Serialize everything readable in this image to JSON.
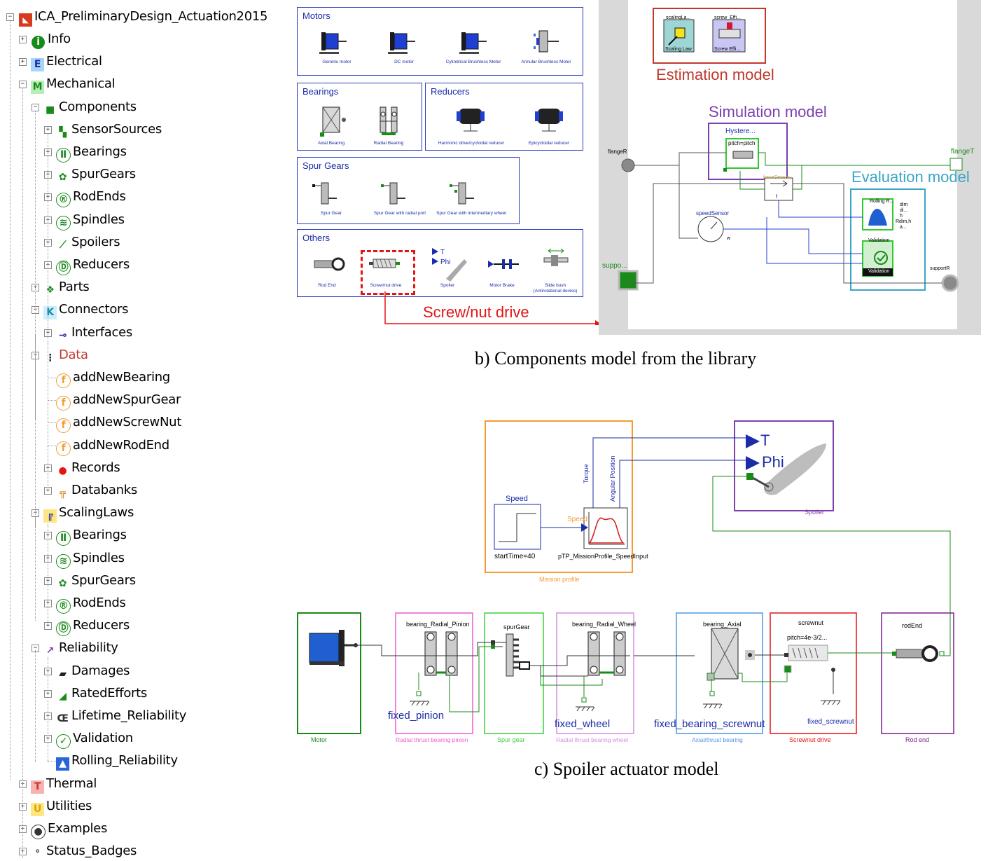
{
  "tree": {
    "root": "ICA_PreliminaryDesign_Actuation2015",
    "items": [
      {
        "label": "Info",
        "icon": "info-icon",
        "level": 1
      },
      {
        "label": "Electrical",
        "icon": "e-package-icon",
        "level": 1
      },
      {
        "label": "Mechanical",
        "icon": "m-package-icon",
        "level": 1
      },
      {
        "label": "Components",
        "icon": "components-icon",
        "level": 2
      },
      {
        "label": "SensorSources",
        "icon": "sensor-sources-icon",
        "level": 3
      },
      {
        "label": "Bearings",
        "icon": "bearing-icon",
        "level": 3
      },
      {
        "label": "SpurGears",
        "icon": "spur-gear-icon",
        "level": 3
      },
      {
        "label": "RodEnds",
        "icon": "rod-end-icon",
        "level": 3
      },
      {
        "label": "Spindles",
        "icon": "spindle-icon",
        "level": 3
      },
      {
        "label": "Spoilers",
        "icon": "spoiler-icon",
        "level": 3
      },
      {
        "label": "Reducers",
        "icon": "reducer-icon",
        "level": 3
      },
      {
        "label": "Parts",
        "icon": "parts-icon",
        "level": 2
      },
      {
        "label": "Connectors",
        "icon": "connectors-icon",
        "level": 2
      },
      {
        "label": "Interfaces",
        "icon": "interfaces-icon",
        "level": 3
      },
      {
        "label": "Data",
        "icon": "data-icon",
        "level": 2
      },
      {
        "label": "addNewBearing",
        "icon": "function-icon",
        "level": 3
      },
      {
        "label": "addNewSpurGear",
        "icon": "function-icon",
        "level": 3
      },
      {
        "label": "addNewScrewNut",
        "icon": "function-icon",
        "level": 3
      },
      {
        "label": "addNewRodEnd",
        "icon": "function-icon",
        "level": 3
      },
      {
        "label": "Records",
        "icon": "record-icon",
        "level": 3
      },
      {
        "label": "Databanks",
        "icon": "databank-icon",
        "level": 3
      },
      {
        "label": "ScalingLaws",
        "icon": "scaling-laws-icon",
        "level": 2
      },
      {
        "label": "Bearings",
        "icon": "bearing-icon",
        "level": 3
      },
      {
        "label": "Spindles",
        "icon": "spindle-icon",
        "level": 3
      },
      {
        "label": "SpurGears",
        "icon": "spur-gear-icon",
        "level": 3
      },
      {
        "label": "RodEnds",
        "icon": "rod-end-icon",
        "level": 3
      },
      {
        "label": "Reducers",
        "icon": "reducer-icon",
        "level": 3
      },
      {
        "label": "Reliability",
        "icon": "reliability-icon",
        "level": 2
      },
      {
        "label": "Damages",
        "icon": "damages-icon",
        "level": 3
      },
      {
        "label": "RatedEfforts",
        "icon": "rated-efforts-icon",
        "level": 3
      },
      {
        "label": "Lifetime_Reliability",
        "icon": "lifetime-icon",
        "level": 3
      },
      {
        "label": "Validation",
        "icon": "validation-icon",
        "level": 3
      },
      {
        "label": "Rolling_Reliability",
        "icon": "rolling-reliability-icon",
        "level": 3
      },
      {
        "label": "Thermal",
        "icon": "t-package-icon",
        "level": 1
      },
      {
        "label": "Utilities",
        "icon": "u-package-icon",
        "level": 1
      },
      {
        "label": "Examples",
        "icon": "examples-icon",
        "level": 1
      },
      {
        "label": "Status_Badges",
        "icon": "status-badges-icon",
        "level": 1
      }
    ]
  },
  "library": {
    "groups": [
      {
        "title": "Motors",
        "items": [
          "Generic motor",
          "DC motor",
          "Cylindrical Brushless Motor",
          "Annular Brushless Motor"
        ]
      },
      {
        "title": "Bearings",
        "items": [
          "Axial Bearing",
          "Radial Bearing"
        ]
      },
      {
        "title": "Reducers",
        "items": [
          "Harmonic drive/cycloidal reducer",
          "Epicycloidal reducer"
        ]
      },
      {
        "title": "Spur Gears",
        "items": [
          "Spur Gear",
          "Spur Gear with radial port",
          "Spur Gear with intermediary wheel"
        ]
      },
      {
        "title": "Others",
        "items": [
          "Rod End",
          "Screw/nut drive",
          "Spoiler",
          "Motor Brake",
          "Slide bush",
          "(Antirotational device)"
        ]
      }
    ],
    "spoiler_icon": {
      "t": "T",
      "phi": "Phi"
    },
    "annotation": "Screw/nut drive"
  },
  "model_b": {
    "estimation_title": "Estimation model",
    "simulation_title": "Simulation model",
    "evaluation_title": "Evaluation model",
    "scaling": {
      "name": "scalingLa...",
      "label": "Scaling Law"
    },
    "screw_effi": {
      "name": "screw_Effi...",
      "label": "Screw Effi..."
    },
    "hysteresis": {
      "name": "Hystere...",
      "param": "pitch=pitch"
    },
    "flangeR": "flangeR",
    "flangeT": "flangeT",
    "forceSensor": "forceSensor",
    "force_f": "f",
    "speedSensor": "speedSensor",
    "speed_w": "w",
    "support": "suppo...",
    "supportR": "supportR",
    "rolling": {
      "name": "Rolling R...",
      "outs": [
        "dim",
        "di...",
        "h",
        "Rdim,h",
        "a..."
      ]
    },
    "validation": {
      "name": "Validation",
      "label": "Validation"
    }
  },
  "caption_b": "b)   Components model from the library",
  "model_c": {
    "mission": {
      "label": "Mission profile",
      "speed_name": "Speed",
      "speed_param": "startTime=40",
      "speed_port": "Speed",
      "profile": "pTP_MissionProfile_SpeedInput",
      "torque": "Torque",
      "angular": "Angular Position"
    },
    "spoiler": {
      "label": "Spoiler",
      "t": "T",
      "phi": "Phi"
    },
    "motor": {
      "label": "Motor"
    },
    "pinion": {
      "name": "bearing_Radial_Pinion",
      "fixed": "fixed_pinion",
      "label": "Radial thrust bearing pinion"
    },
    "spur": {
      "name": "spurGear",
      "label": "Spur gear"
    },
    "wheel": {
      "name": "bearing_Radial_Wheel",
      "fixed": "fixed_wheel",
      "label": "Radial thrust bearing wheel"
    },
    "axial": {
      "name": "bearing_Axial",
      "fixed": "fixed_bearing_screwnut",
      "label": "Axial/thrust bearing"
    },
    "screwnut": {
      "name": "screwnut",
      "param": "pitch=4e-3/2...",
      "fixed": "fixed_screwnut",
      "label": "Screwnut drive"
    },
    "rodend": {
      "name": "rodEnd",
      "label": "Rod end"
    }
  },
  "caption_c": "c)   Spoiler actuator model"
}
